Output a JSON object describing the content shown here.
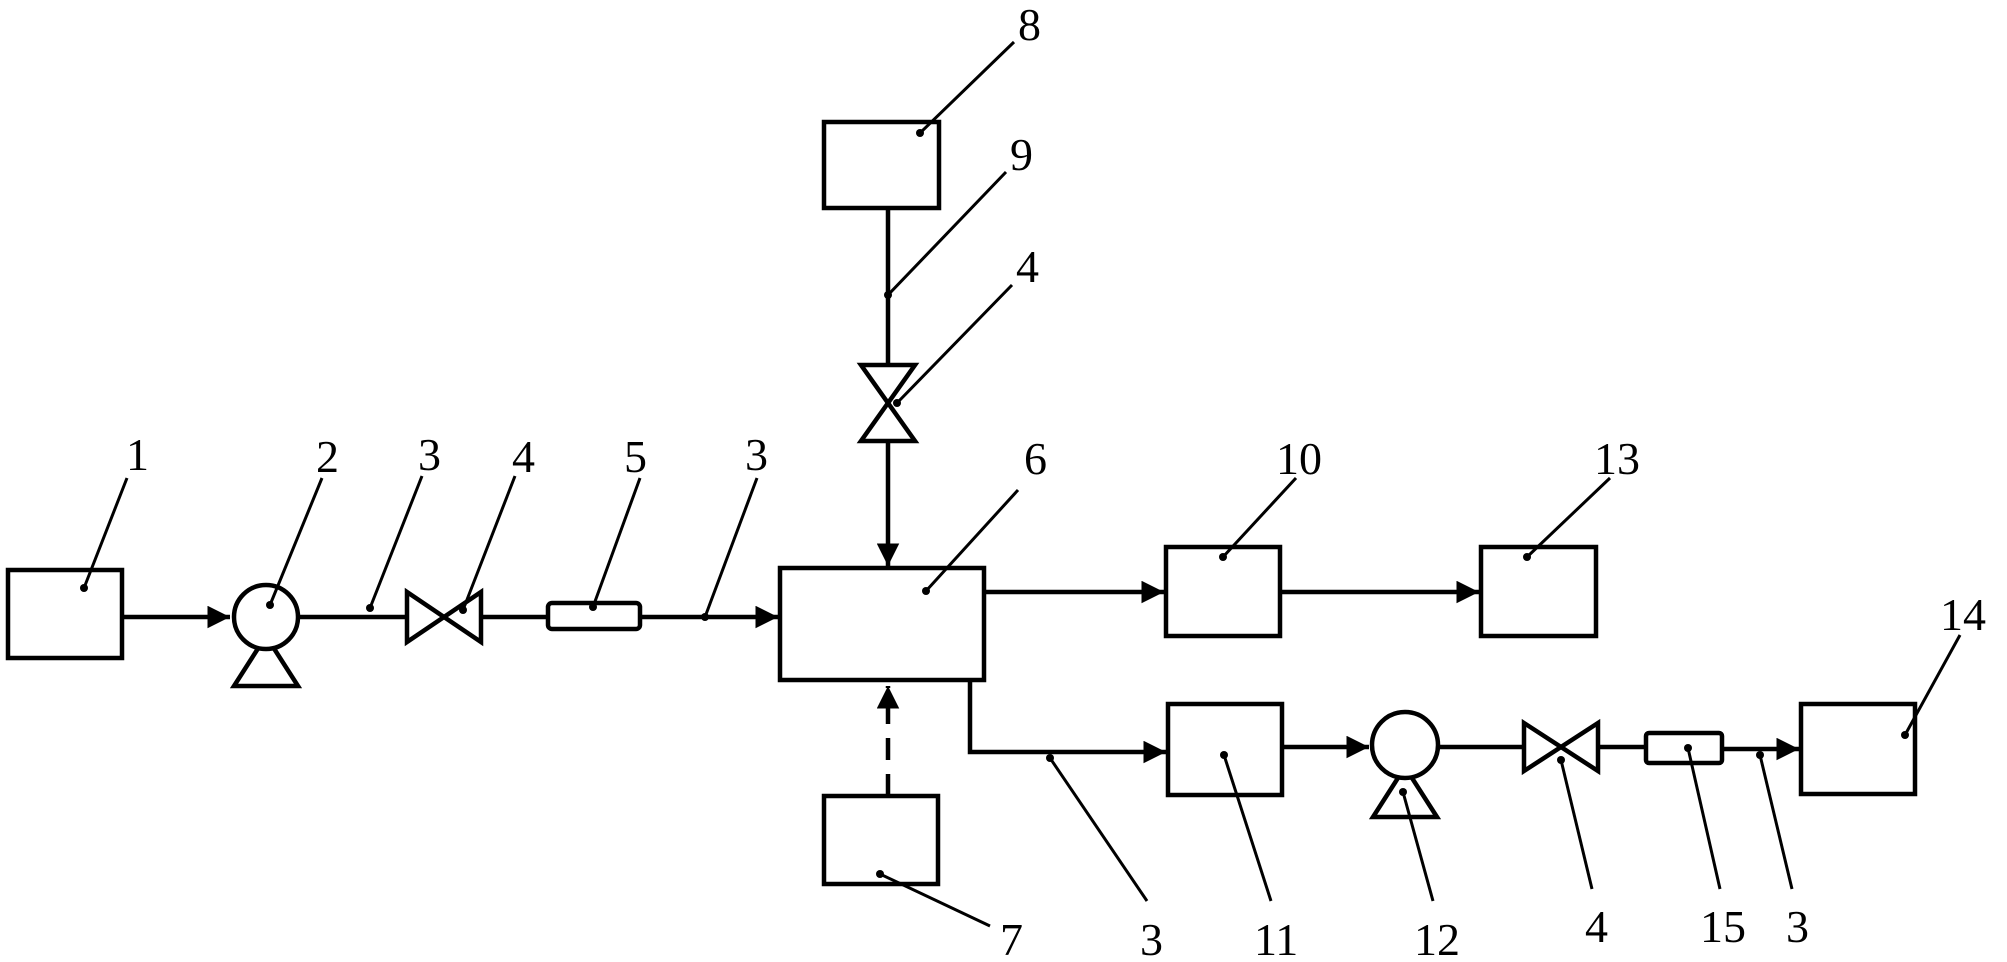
{
  "labels": {
    "l1": "1",
    "l2": "2",
    "l3a": "3",
    "l4a": "4",
    "l5": "5",
    "l3b": "3",
    "l6": "6",
    "l8": "8",
    "l9": "9",
    "l4b": "4",
    "l10": "10",
    "l13": "13",
    "l14": "14",
    "l7": "7",
    "l3c": "3",
    "l11": "11",
    "l12": "12",
    "l4c": "4",
    "l15": "15",
    "l3d": "3"
  }
}
